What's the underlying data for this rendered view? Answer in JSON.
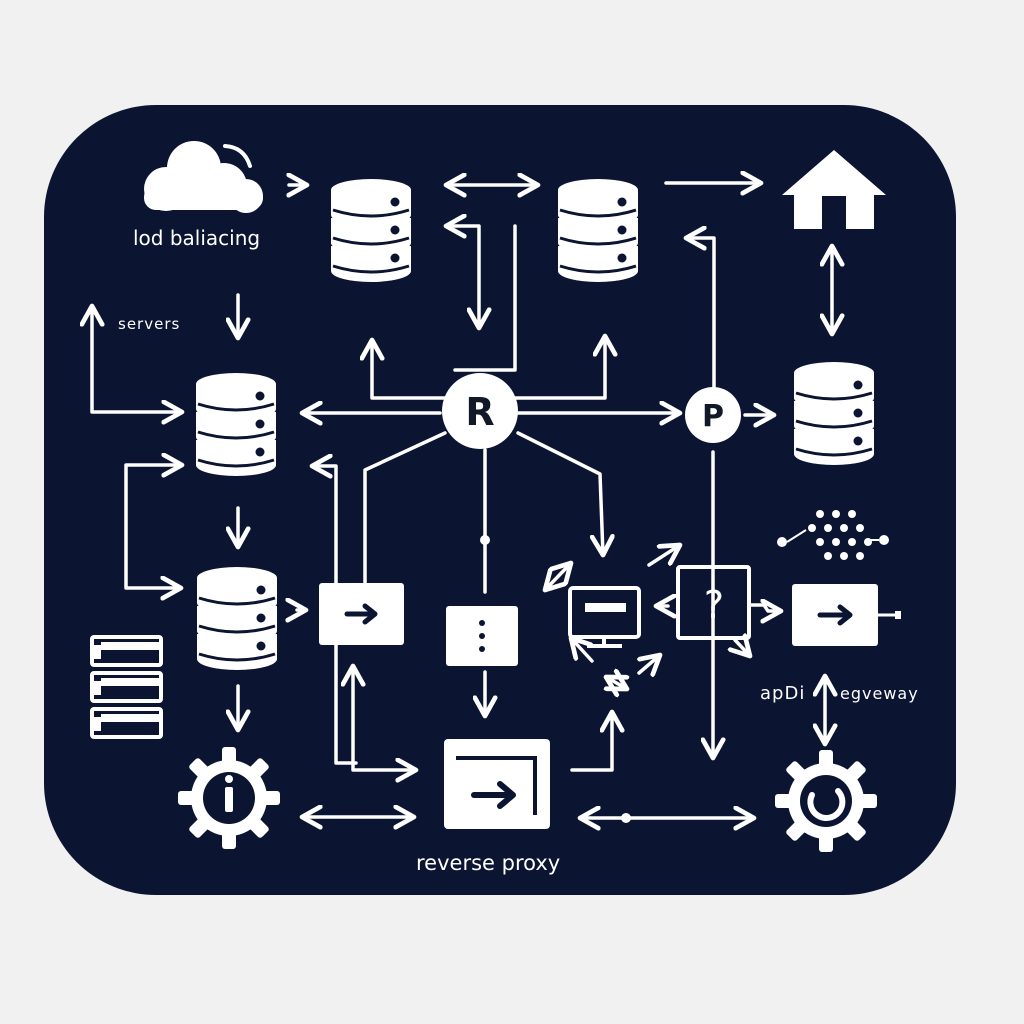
{
  "labels": {
    "load_balancing": "lod baliacing",
    "servers": "servers",
    "reverse_proxy": "reverse proxy",
    "api": "apDi",
    "gateway": "egveway"
  },
  "nodes": {
    "r": "R",
    "p": "P",
    "question": "?"
  },
  "colors": {
    "panel": "#0b1431",
    "stroke": "#ffffff",
    "page": "#f1f1f2"
  }
}
